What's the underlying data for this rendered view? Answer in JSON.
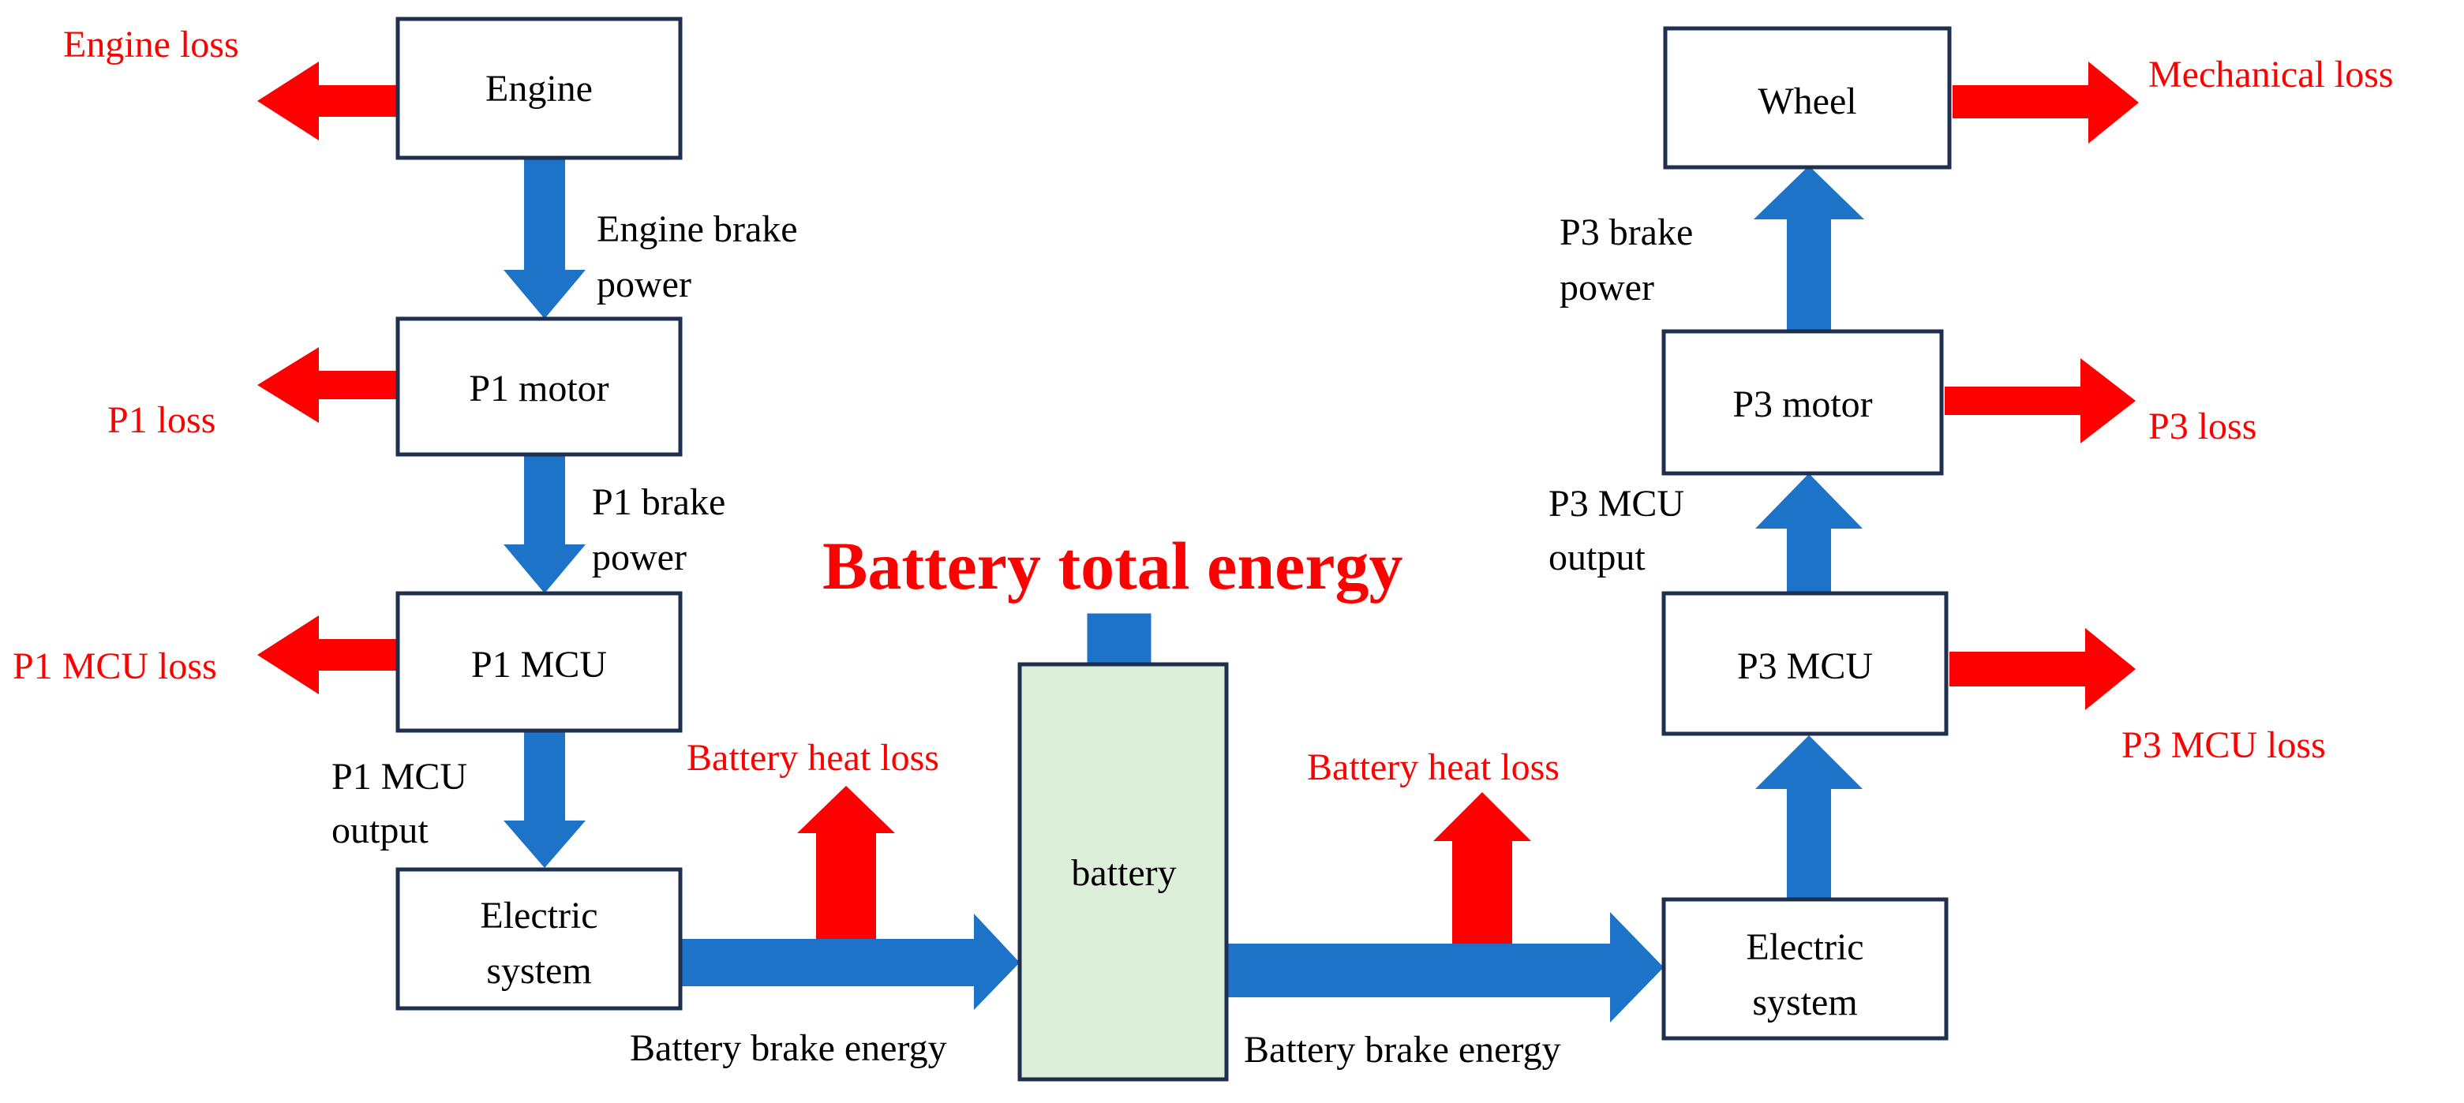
{
  "colors": {
    "loss": "#ff0000",
    "flow": "#1c73c8",
    "box_stroke": "#1f2f4f",
    "battery_fill": "#dcefd8"
  },
  "title": "Battery total energy",
  "boxes": {
    "engine": "Engine",
    "p1_motor": "P1 motor",
    "p1_mcu": "P1 MCU",
    "electric_left": [
      "Electric",
      "system"
    ],
    "battery": "battery",
    "electric_right": [
      "Electric",
      "system"
    ],
    "p3_mcu": "P3 MCU",
    "p3_motor": "P3 motor",
    "wheel": "Wheel"
  },
  "flows": {
    "engine_brake": [
      "Engine brake",
      "power"
    ],
    "p1_brake": [
      "P1 brake",
      "power"
    ],
    "p1_mcu_output": [
      "P1 MCU",
      "output"
    ],
    "battery_brake_left": "Battery brake energy",
    "battery_brake_right": "Battery brake energy",
    "p3_mcu_output": [
      "P3 MCU",
      "output"
    ],
    "p3_brake": [
      "P3 brake",
      "power"
    ]
  },
  "losses": {
    "engine": "Engine loss",
    "p1": "P1 loss",
    "p1_mcu": "P1 MCU loss",
    "battery_heat_left": "Battery heat loss",
    "battery_heat_right": "Battery heat loss",
    "mechanical": "Mechanical loss",
    "p3": "P3 loss",
    "p3_mcu": "P3 MCU loss"
  }
}
